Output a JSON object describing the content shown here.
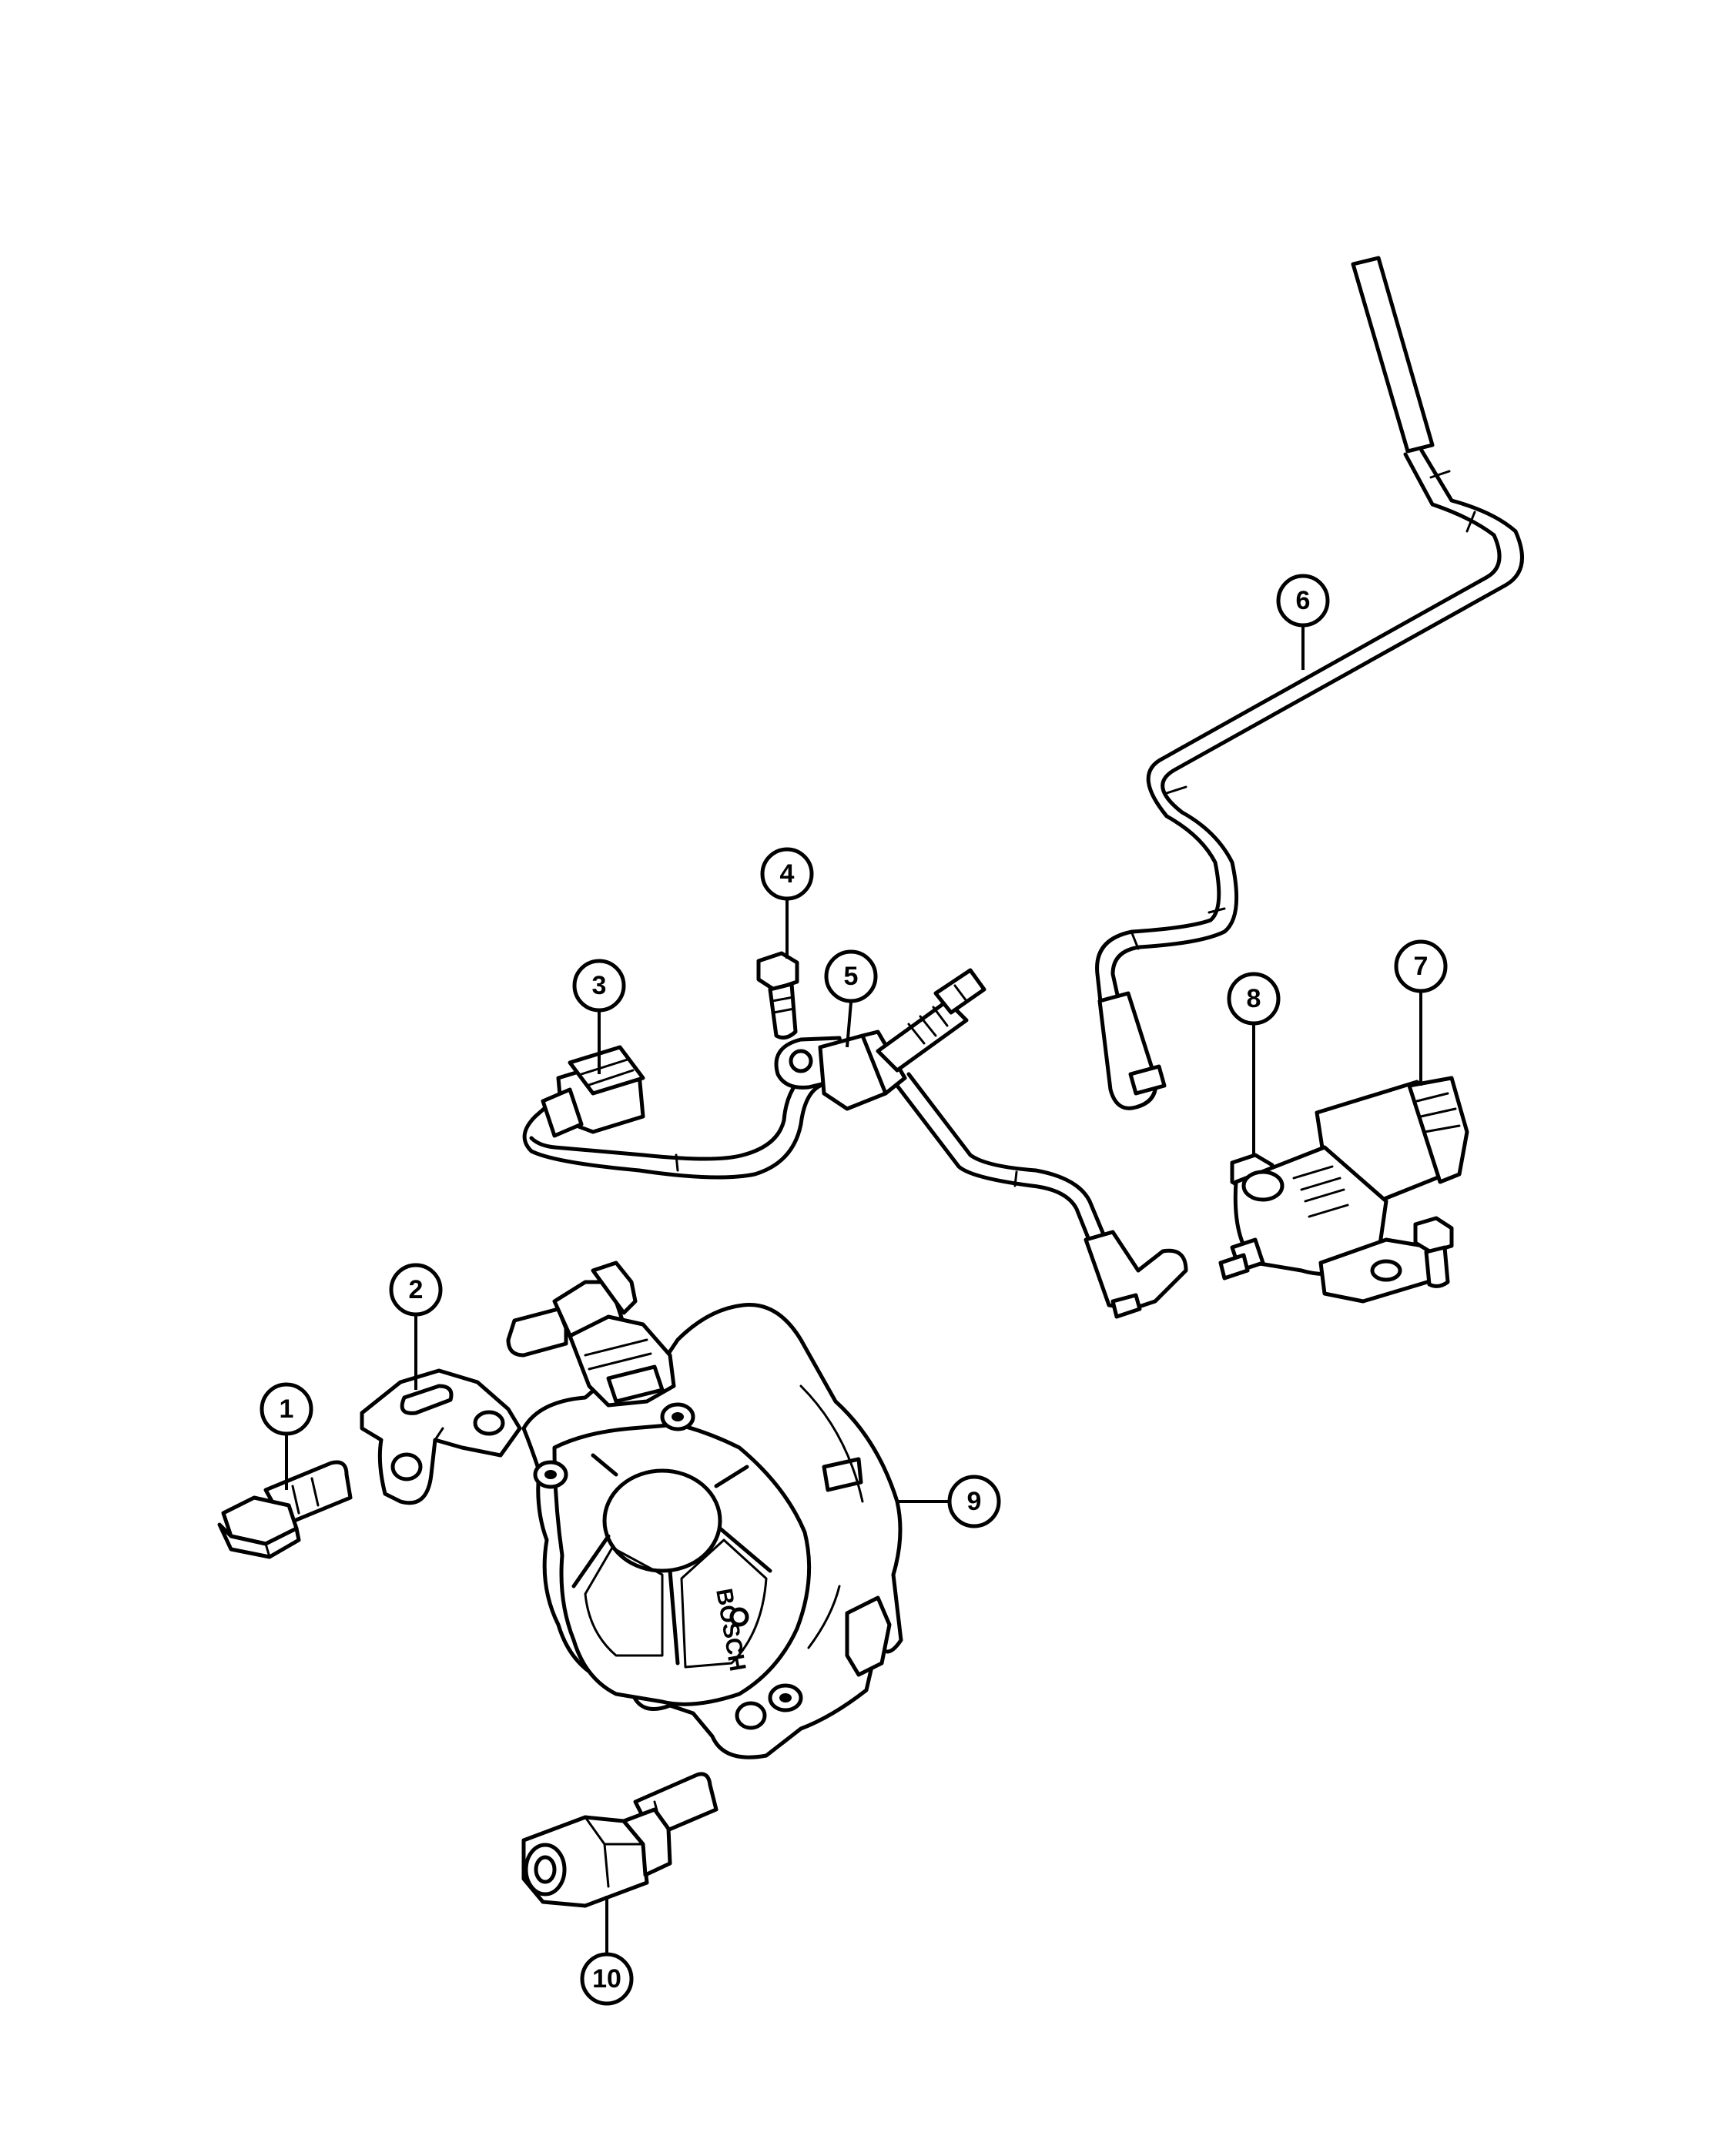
{
  "colors": {
    "line": "#000000",
    "background": "#ffffff"
  },
  "brand_mark": "BOSCH",
  "callouts": [
    {
      "id": "1",
      "label": "1"
    },
    {
      "id": "2",
      "label": "2"
    },
    {
      "id": "3",
      "label": "3"
    },
    {
      "id": "4",
      "label": "4"
    },
    {
      "id": "5",
      "label": "5"
    },
    {
      "id": "6",
      "label": "6"
    },
    {
      "id": "7",
      "label": "7"
    },
    {
      "id": "8",
      "label": "8"
    },
    {
      "id": "9",
      "label": "9"
    },
    {
      "id": "10",
      "label": "10"
    }
  ]
}
